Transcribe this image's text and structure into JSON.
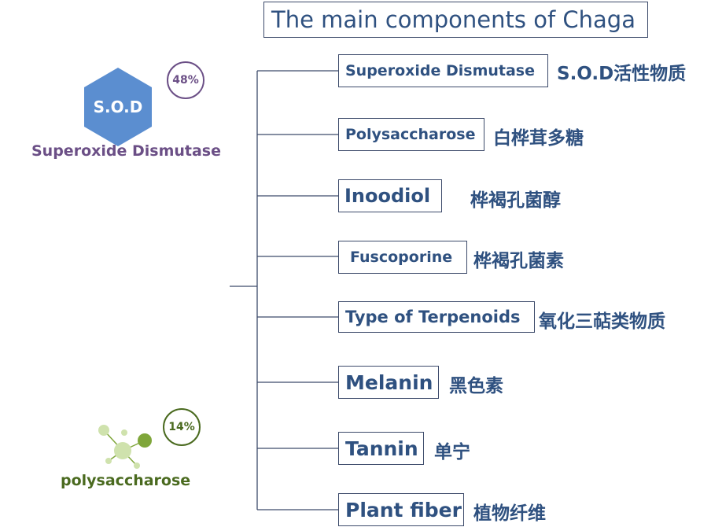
{
  "title": "The main components of Chaga",
  "items": [
    {
      "en": "Superoxide Dismutase",
      "cn": "S.O.D活性物质"
    },
    {
      "en": "Polysaccharose",
      "cn": "白桦茸多糖"
    },
    {
      "en": "Inoodiol",
      "cn": "桦褐孔菌醇"
    },
    {
      "en": "Fuscoporine",
      "cn": "桦褐孔菌素"
    },
    {
      "en": "Type of Terpenoids",
      "cn": "氧化三萜类物质"
    },
    {
      "en": "Melanin",
      "cn": "黑色素"
    },
    {
      "en": "Tannin",
      "cn": "单宁"
    },
    {
      "en": "Plant fiber",
      "cn": "植物纤维"
    }
  ],
  "sod": {
    "icon_text": "S.O.D",
    "percent": "48%",
    "caption": "Superoxide Dismutase",
    "hex_color": "#5b8ed0",
    "accent_color": "#6b4f86"
  },
  "poly": {
    "percent": "14%",
    "caption": "polysaccharose",
    "accent_color": "#4a6a1f",
    "node_color_dark": "#7fa63a",
    "node_color_light": "#cfe2ad"
  },
  "colors": {
    "text": "#2f5180",
    "line": "#3c4a6a"
  }
}
